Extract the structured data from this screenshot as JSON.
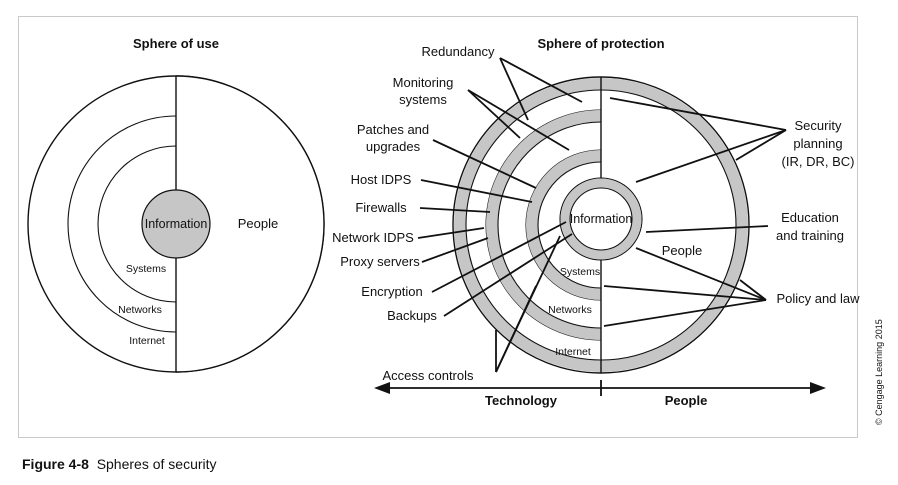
{
  "left": {
    "title": "Sphere of use",
    "information": "Information",
    "people": "People",
    "systems": "Systems",
    "networks": "Networks",
    "internet": "Internet"
  },
  "right": {
    "title": "Sphere of protection",
    "information": "Information",
    "people": "People",
    "systems": "Systems",
    "networks": "Networks",
    "internet": "Internet",
    "redundancy": "Redundancy",
    "monitoring_1": "Monitoring",
    "monitoring_2": "systems",
    "patches_1": "Patches and",
    "patches_2": "upgrades",
    "host_idps": "Host IDPS",
    "firewalls": "Firewalls",
    "network_idps": "Network IDPS",
    "proxy_servers": "Proxy servers",
    "encryption": "Encryption",
    "backups": "Backups",
    "access_controls": "Access controls",
    "security_1": "Security",
    "security_2": "planning",
    "security_3": "(IR, DR, BC)",
    "education_1": "Education",
    "education_2": "and training",
    "policy": "Policy and law",
    "axis_technology": "Technology",
    "axis_people": "People"
  },
  "copyright": "© Cengage Learning 2015",
  "caption": {
    "number": "Figure 4-8",
    "text": "Spheres of security"
  }
}
